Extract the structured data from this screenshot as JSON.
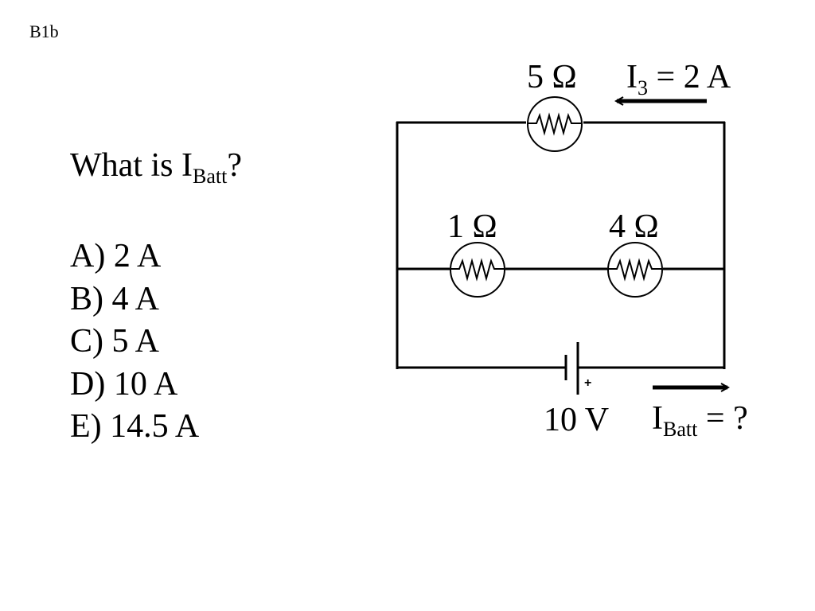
{
  "slide_id": "B1b",
  "question": {
    "text": "What is I",
    "subscript": "Batt",
    "suffix": "?"
  },
  "options": [
    {
      "letter": "A)",
      "value": "2 A"
    },
    {
      "letter": "B)",
      "value": "4 A"
    },
    {
      "letter": "C)",
      "value": "5 A"
    },
    {
      "letter": "D)",
      "value": "10 A"
    },
    {
      "letter": "E)",
      "value": "14.5 A"
    }
  ],
  "circuit": {
    "resistor_top": "5 Ω",
    "resistor_mid_left": "1 Ω",
    "resistor_mid_right": "4 Ω",
    "current_top": {
      "symbol": "I",
      "subscript": "3",
      "rest": " = 2 A"
    },
    "battery_voltage": "10 V",
    "battery_plus": "+",
    "current_batt": {
      "symbol": "I",
      "subscript": "Batt",
      "rest": " = ?"
    }
  }
}
